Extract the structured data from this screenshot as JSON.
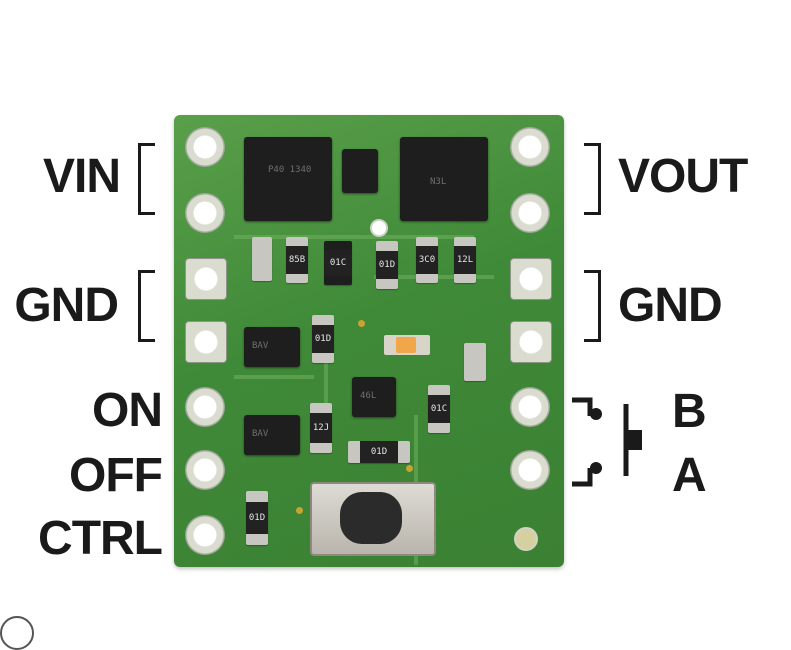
{
  "labels": {
    "vin": "VIN",
    "vout": "VOUT",
    "gnd_left": "GND",
    "gnd_right": "GND",
    "on": "ON",
    "off": "OFF",
    "ctrl": "CTRL",
    "b": "B",
    "a": "A"
  },
  "board": {
    "chip_left_marking": "P40 1340",
    "chip_right_marking": "N3L",
    "components": [
      "85B",
      "01C",
      "01D",
      "3C0",
      "12L",
      "01D",
      "BAV",
      "46L",
      "01C",
      "12J",
      "01D",
      "01D",
      "BAV"
    ]
  },
  "colors": {
    "pcb_green": "#3f8a38",
    "label_text": "#1a1a1a",
    "led_orange": "#f2a64a"
  }
}
